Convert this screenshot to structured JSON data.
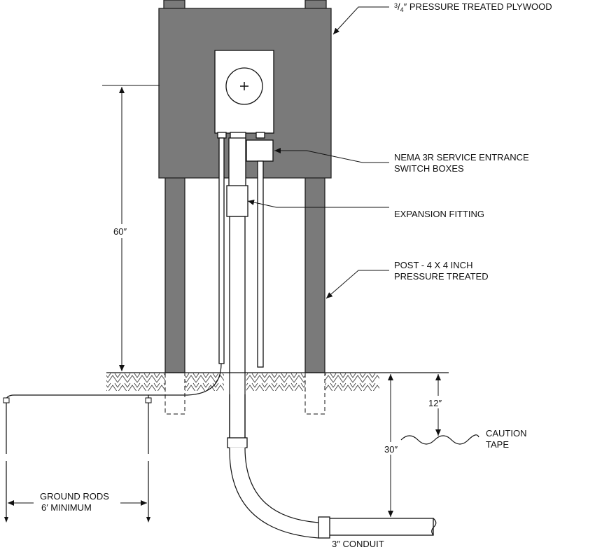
{
  "labels": {
    "plywood_frac": "3/4",
    "plywood_inch": "″",
    "plywood": "PRESSURE TREATED PLYWOOD",
    "nema_line1": "NEMA 3R SERVICE ENTRANCE",
    "nema_line2": "SWITCH BOXES",
    "expansion": "EXPANSION FITTING",
    "post_line1": "POST - 4 X 4 INCH",
    "post_line2": "PRESSURE TREATED",
    "caution_line1": "CAUTION",
    "caution_line2": "TAPE",
    "ground_line1": "GROUND RODS",
    "ground_line2": "6′ MINIMUM",
    "conduit": "3″ CONDUIT"
  },
  "dimensions": {
    "height_above_grade": "60″",
    "caution_depth": "12″",
    "conduit_depth": "30″"
  },
  "colors": {
    "wood": "#7a7a7a",
    "line": "#111111"
  }
}
